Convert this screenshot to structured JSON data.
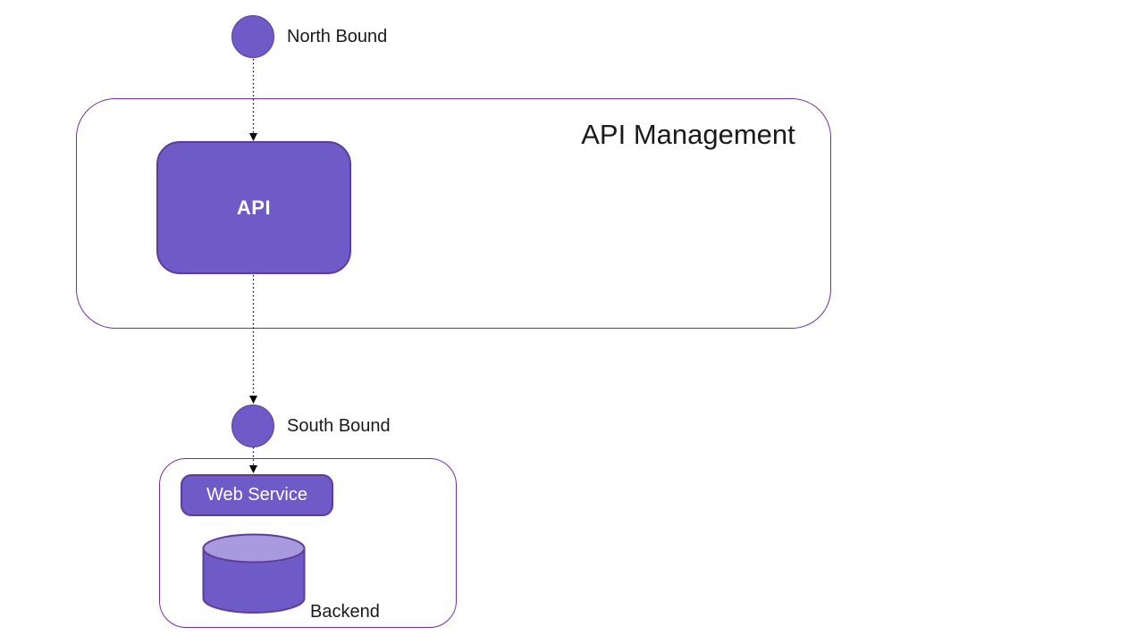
{
  "diagram": {
    "nodes": {
      "north_bound": {
        "label": "North Bound"
      },
      "south_bound": {
        "label": "South Bound"
      }
    },
    "containers": {
      "api_management": {
        "title": "API Management"
      }
    },
    "shapes": {
      "api_box": {
        "label": "API"
      },
      "web_service": {
        "label": "Web Service"
      },
      "backend_db": {
        "label": "Backend"
      }
    }
  },
  "colors": {
    "node_fill": "#6e5bc8",
    "shape_border": "#5e3d99",
    "container_border": "#7030a0",
    "cylinder_top": "#a89ade",
    "connector": "#000000",
    "text_dark": "#1a1a1a",
    "text_light": "#ffffff"
  }
}
